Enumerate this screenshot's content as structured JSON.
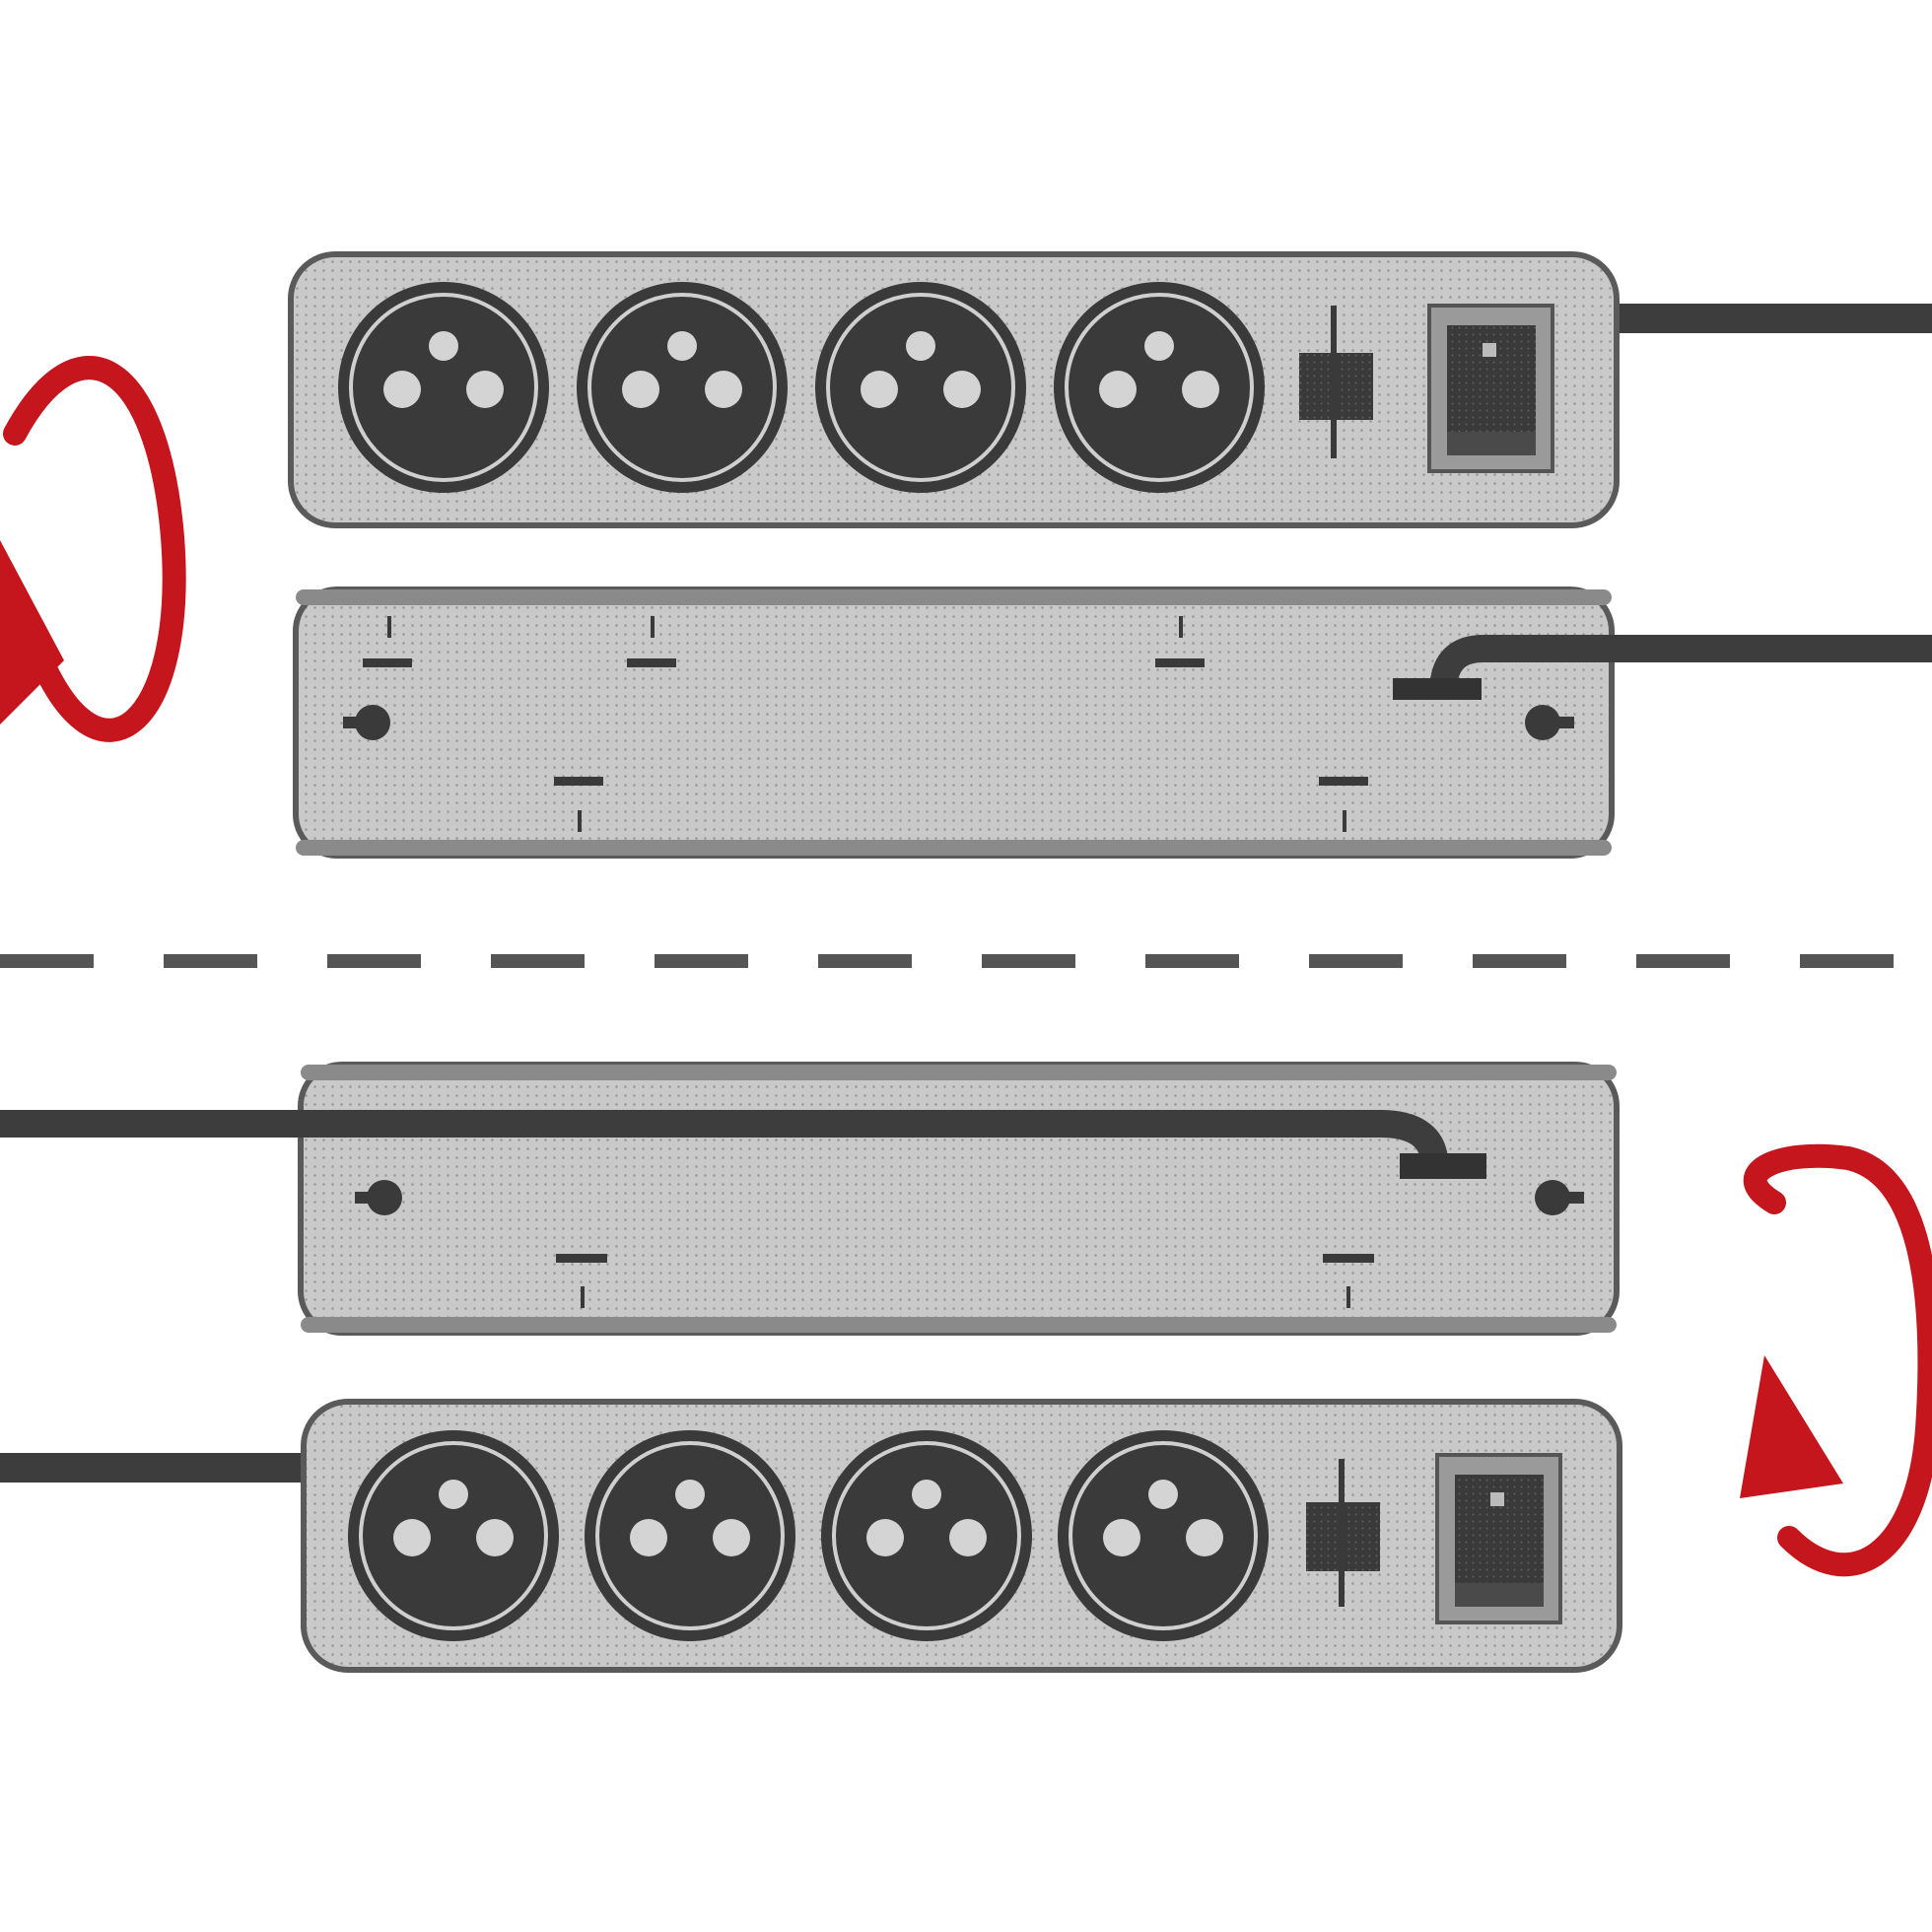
{
  "diagram": {
    "panels": [
      {
        "id": "top",
        "cable_side": "right",
        "rotation_arrow_side": "left",
        "front_view": {
          "socket_count": 4,
          "has_power_switch": true
        },
        "back_view": {
          "mount_holes": 2
        }
      },
      {
        "id": "bottom",
        "cable_side": "left",
        "rotation_arrow_side": "right",
        "front_view": {
          "socket_count": 4,
          "has_power_switch": true
        },
        "back_view": {
          "mount_holes": 2
        }
      }
    ],
    "separator": "dashed"
  },
  "colors": {
    "body": "#c9c9c9",
    "body_dots": "#9a9a9a",
    "outline": "#5a5a5a",
    "socket": "#3a3a3a",
    "socket_ring": "#cfcfcf",
    "cable": "#3d3d3d",
    "arrow": "#c4161c",
    "dash": "#555555"
  },
  "icons": {
    "rotate": "rotate-arrow-icon",
    "socket": "french-socket-icon",
    "switch": "rocker-switch-icon",
    "mount_hole": "keyhole-icon"
  }
}
